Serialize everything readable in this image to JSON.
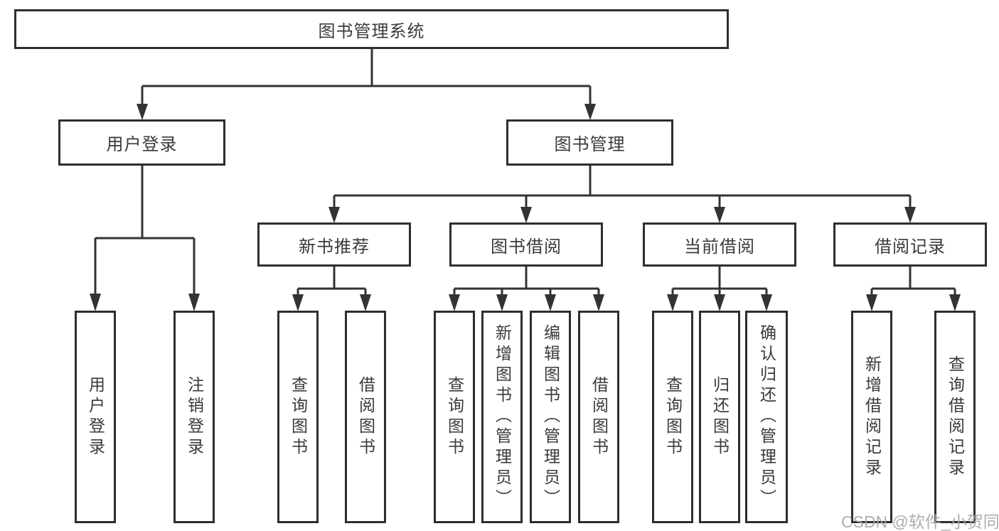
{
  "diagram": {
    "root": "图书管理系统",
    "level2": {
      "user_login": "用户登录",
      "book_management": "图书管理"
    },
    "level3": {
      "new_book_recommendation": "新书推荐",
      "book_borrowing": "图书借阅",
      "current_borrowing": "当前借阅",
      "borrowing_records": "借阅记录"
    },
    "leaves": {
      "user_login": [
        "用户登录",
        "注销登录"
      ],
      "new_book_recommendation": [
        "查询图书",
        "借阅图书"
      ],
      "book_borrowing": [
        "查询图书",
        "新增图书（管理员）",
        "编辑图书（管理员）",
        "借阅图书"
      ],
      "current_borrowing": [
        "查询图书",
        "归还图书",
        "确认归还（管理员）"
      ],
      "borrowing_records": [
        "新增借阅记录",
        "查询借阅记录"
      ]
    }
  },
  "watermark": {
    "text": "CSDN @软件_小贺同学"
  },
  "colors": {
    "line": "#333333",
    "box_border": "#2e2e2e",
    "text": "#3a3a3a",
    "watermark": "#a5a5a5",
    "background": "#ffffff"
  }
}
